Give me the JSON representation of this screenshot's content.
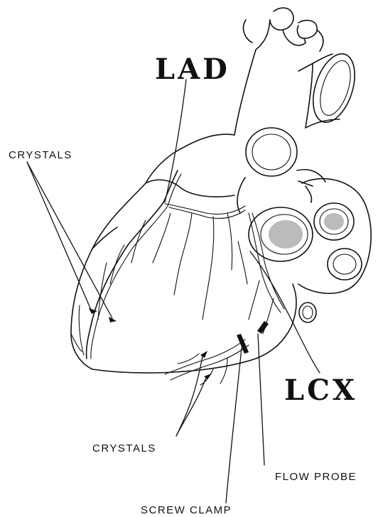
{
  "labels": {
    "lad": "LAD",
    "lcx": "LCX",
    "crystals_top": "CRYSTALS",
    "crystals_bottom": "CRYSTALS",
    "flow_probe": "FLOW PROBE",
    "screw_clamp": "SCREW CLAMP"
  }
}
